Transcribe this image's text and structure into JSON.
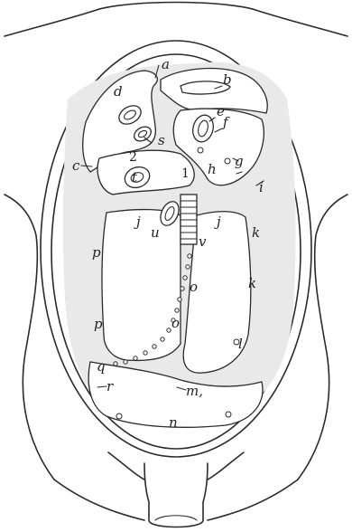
{
  "labels": {
    "a": "a",
    "b": "b",
    "c": "c",
    "d": "d",
    "e": "e",
    "f": "f",
    "g": "g",
    "h": "h",
    "i": "i",
    "j_left": "j",
    "j_right": "j",
    "k_upper": "k",
    "k_lower": "k",
    "l": "l",
    "m": "m,",
    "n": "n",
    "o_upper": "o",
    "o_lower": "o",
    "p_upper": "p",
    "p_lower": "p",
    "q": "q",
    "r": "r",
    "s": "s",
    "t": "t",
    "u": "u",
    "v": "v",
    "num_1": "1",
    "num_2": "2"
  }
}
